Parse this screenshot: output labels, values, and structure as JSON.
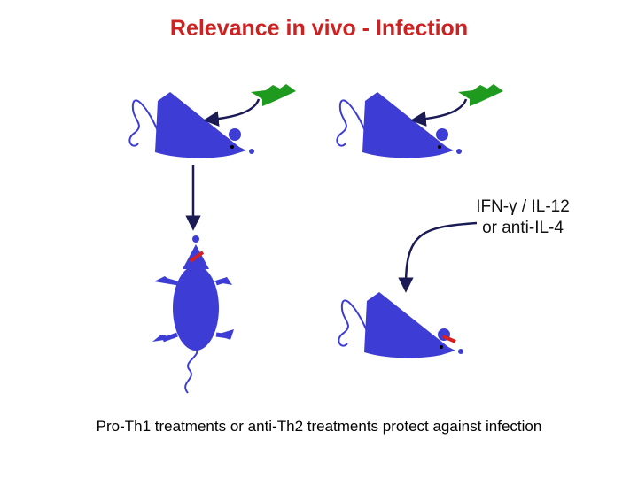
{
  "title": "Relevance in vivo - Infection",
  "treatment_label": {
    "line1": "IFN-γ / IL-12",
    "line2": "or anti-IL-4"
  },
  "caption": "Pro-Th1 treatments or anti-Th2 treatments protect against infection",
  "colors": {
    "title": "#cc2222",
    "mouse": "#3d3dd6",
    "arrow": "#1a1a55",
    "parasite": "#1e9a1e",
    "mark": "#d42020"
  }
}
